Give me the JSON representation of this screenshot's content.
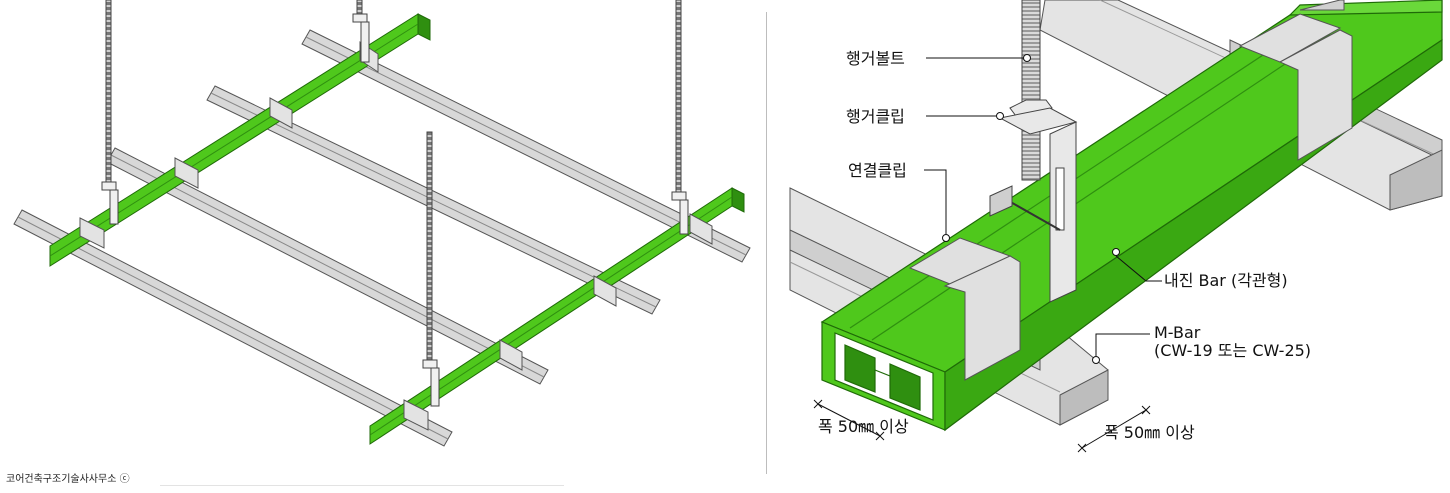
{
  "labels": {
    "hanger_bolt": "행거볼트",
    "hanger_clip": "행거클립",
    "connection_clip": "연결클립",
    "inner_bar": "내진 Bar (각관형)",
    "m_bar_line1": "M-Bar",
    "m_bar_line2": "(CW-19 또는 CW-25)",
    "width_left": "폭 50㎜ 이상",
    "width_right": "폭 50㎜ 이상"
  },
  "footer": {
    "copyright": "코어건축구조기술사사무소 ⓒ"
  },
  "colors": {
    "bar_green": "#4fc81c",
    "bar_green_dark": "#2f8f10",
    "steel": "#dcdcdc",
    "steel_dark": "#8c8c8c",
    "clip": "#e6e6e6"
  }
}
